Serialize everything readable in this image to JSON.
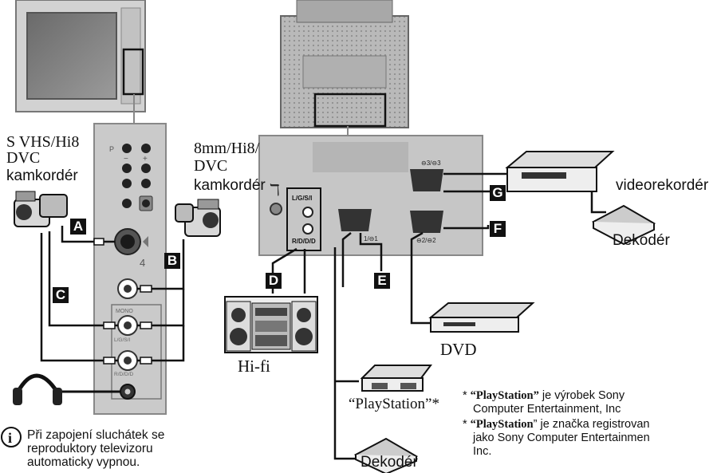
{
  "labels": {
    "left_cam": [
      "S VHS/Hi8",
      "DVC",
      "kamkordér"
    ],
    "right_cam": [
      "8mm/Hi8/",
      "DVC",
      "kamkordér"
    ],
    "hifi": "Hi-fi",
    "dvd": "DVD",
    "vcr": "videorekordér",
    "decoder_vcr": "Dekodér",
    "decoder_bottom": "Dekodér",
    "playstation": "“PlayStation”*"
  },
  "panel_text": {
    "p": "P",
    "minus": "−",
    "plus": "+",
    "svideo_num": "4",
    "mono": "MONO",
    "lg": "L/G/S/I",
    "rd": "R/D/D/D",
    "rear_lg": "L/G/S/I",
    "rear_rd": "R/D/D/D",
    "scart1": "1/⊖1",
    "scart2": "⊖2/⊖2",
    "scart3": "⊖3/⊖3"
  },
  "tags": [
    "A",
    "B",
    "C",
    "D",
    "E",
    "F",
    "G"
  ],
  "ps_notes": [
    {
      "mark": "* ",
      "bold": "“PlayStation”",
      "rest": " je výrobek Sony",
      "cont": "Computer Entertainment, Inc"
    },
    {
      "mark": "* ",
      "bold": "“PlayStation",
      "rest": "” je značka registrovan",
      "cont": "jako Sony Computer Entertainmen",
      "cont2": "Inc."
    }
  ],
  "info_note": [
    "Při zapojení sluchátek se",
    "reproduktory televizoru",
    "automaticky vypnou."
  ],
  "colors": {
    "panel_gray": "#c9c9c9",
    "panel_dark": "#9a9a9a",
    "ink": "#111111"
  }
}
